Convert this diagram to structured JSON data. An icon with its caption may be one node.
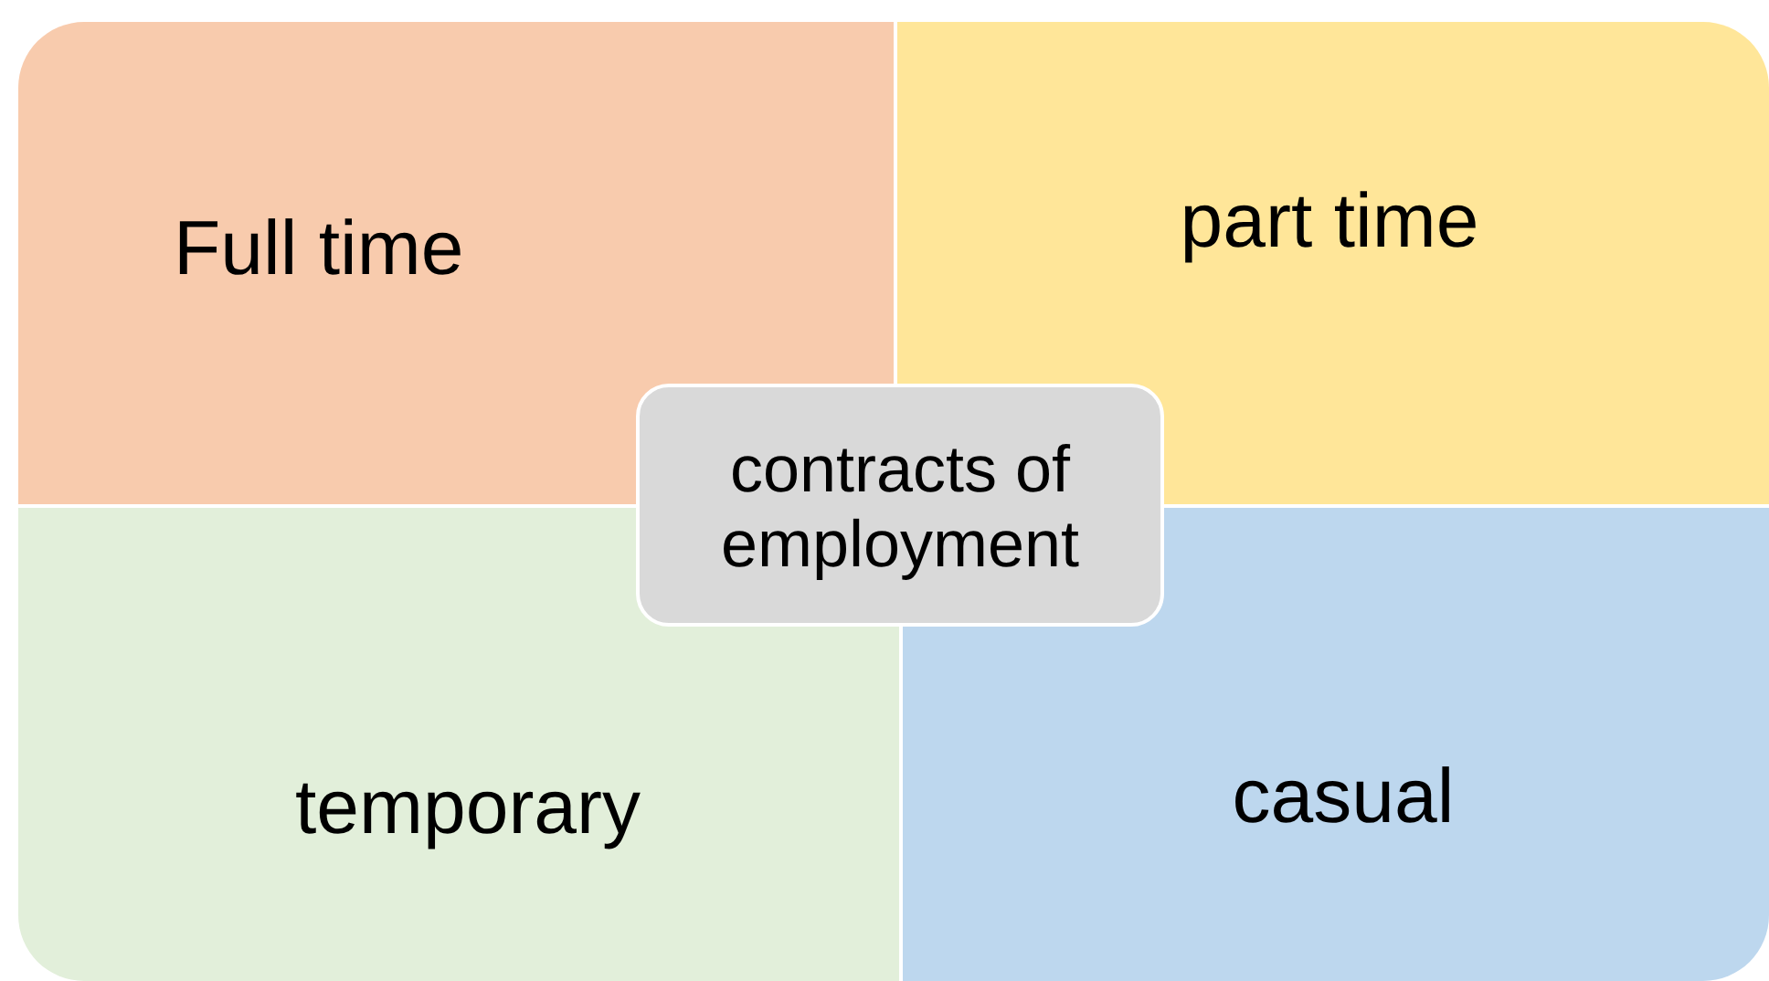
{
  "diagram": {
    "nodes": [
      {
        "text": [
          "Full time"
        ]
      },
      {
        "text": [
          "part time"
        ]
      },
      {
        "text": [
          "contracts of employment"
        ]
      },
      {
        "text": [
          "temporary"
        ]
      },
      {
        "text": [
          "casual"
        ]
      }
    ]
  }
}
